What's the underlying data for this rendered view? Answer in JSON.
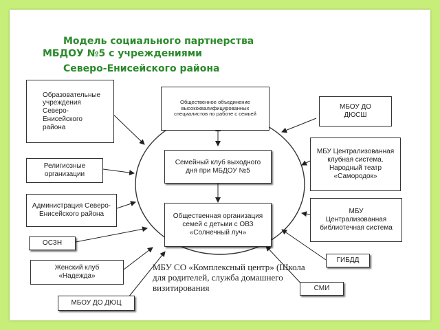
{
  "title": {
    "line1": "Модель социального партнерства",
    "line2": "МБДОУ №5 с учреждениями",
    "line3": "Северо-Енисейского района"
  },
  "center": {
    "club": "Семейный клуб выходного дня при МБДОУ №5",
    "org": "Общественная организация семей с детьми с ОВЗ «Солнечный луч»"
  },
  "nodes": {
    "edu": "Образовательные учреждения Северо-Енисейского района",
    "public": "Общественное объединение высококвалифицированных специалистов по работе с семьей",
    "dyussh": "МБОУ ДО ДЮСШ",
    "religion": "Религиозные организации",
    "culture": "МБУ Централизованная клубная система. Народный театр «Самородок»",
    "admin": "Администрация Северо-Енисейского района",
    "library": "МБУ Централизованная библиотечная система",
    "oszn": "ОСЗН",
    "gibdd": "ГИБДД",
    "women": "Женский клуб «Надежда»",
    "complex": "МБУ СО «Комплексный центр» (Школа для родителей, служба домашнего визитирования",
    "smi": "СМИ",
    "dyuc": "МБОУ ДО ДЮЦ"
  }
}
